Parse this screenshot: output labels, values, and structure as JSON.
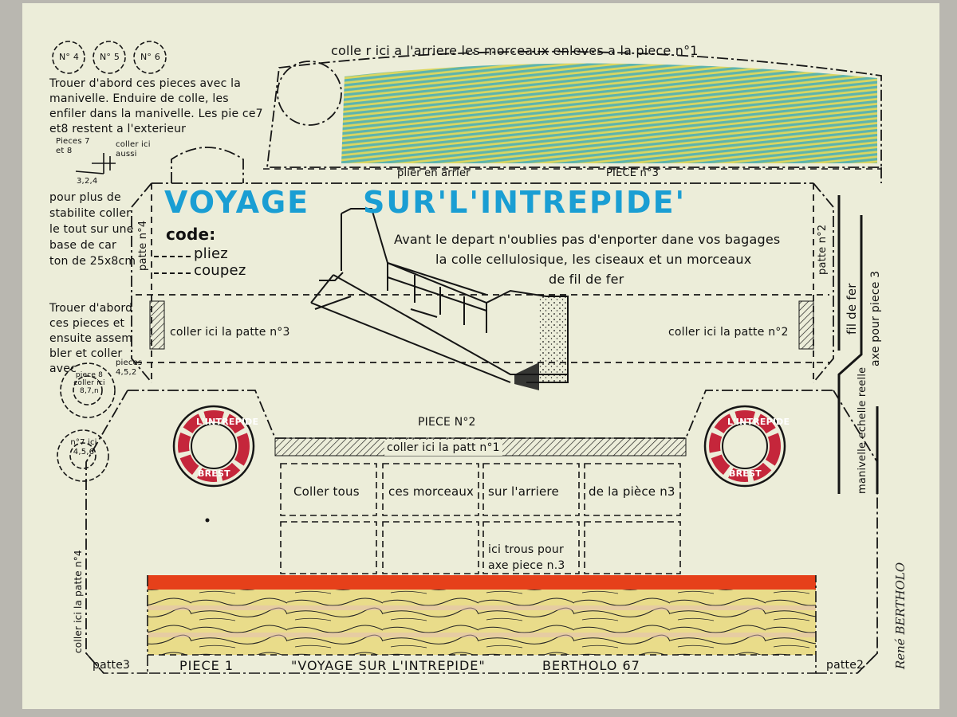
{
  "labels": {
    "top_note": "colle r ici a l'arriere les morceaux enleves a la piece n°1",
    "pliez_arrier": "plier en arrier",
    "piece3": "PIECE n°3",
    "title_left": "VOYAGE",
    "title_right": "SUR'L'INTREPIDE'",
    "code": "code:",
    "pliez": "pliez",
    "coupez": "coupez",
    "depart_1": "Avant le depart n'oublies pas d'enporter dane vos bagages",
    "depart_2": "la colle cellulosique, les ciseaux et un morceaux",
    "depart_3": "de fil de fer",
    "patte4_side": "patte n°4",
    "patte2_side": "patte n°2",
    "coller_patte3": "coller ici la patte n°3",
    "coller_patte2": "coller ici la patte n°2",
    "fil_fer": "fil de fer",
    "axe_piece3": "axe pour piece 3",
    "manivelle_echelle": "manivelle echelle reelle",
    "piece2": "PIECE N°2",
    "coller_patt1": "coller ici la patt n°1",
    "box_1": "Coller tous",
    "box_2": "ces morceaux",
    "box_3": "sur l'arriere",
    "box_4": "de la pièce n3",
    "trous": "ici trous pour axe piece n.3",
    "patte3_bottom": "patte3",
    "patte2_bottom": "patte2",
    "piece1": "PIECE 1",
    "bottom_title": "\"VOYAGE SUR L'INTREPIDE\"",
    "author_code": "BERTHOLO 67",
    "coller_patte4_vert": "coller ici la patte n°4",
    "signature": "René BERTHOLO",
    "lifebuoy_top": "L'INTREPIDE",
    "lifebuoy_bottom": "BREST",
    "circle_no4": "N° 4",
    "circle_no5": "N° 5",
    "circle_no6": "N° 6",
    "instr_1": "Trouer d'abord ces pieces avec la manivelle. Enduire de colle, les enfiler dans la manivelle. Les pie ce7 et8 restent a l'exterieur",
    "pieces_78": "Pieces 7 et 8",
    "coller_aussi": "coller ici aussi",
    "pieces_123": "3,2,4",
    "stabilite": "pour plus de stabilite coller le tout sur une base de car ton de 25x8cm",
    "instr_2": "Trouer d'abord ces pieces et ensuite assem bler et coller avec",
    "pieces_452": "pieces 4,5,2",
    "circle_piece": "piece 8 coller ici 8,7,n",
    "circle_no7": "n°7 ici 4,5,6"
  },
  "colors": {
    "paper": "#ecedd9",
    "ink": "#151515",
    "title_blue": "#1a9ed3",
    "red_band": "#e6401a",
    "wood_yellow": "#e9dc8a",
    "crayon_teal": "#2aa3b8",
    "crayon_yellow": "#d8d24a"
  }
}
